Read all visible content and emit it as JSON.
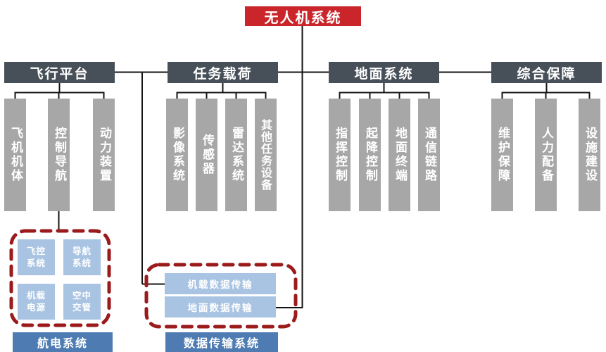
{
  "root": {
    "label": "无人机系统"
  },
  "groups": [
    {
      "label": "飞行平台",
      "children": [
        "飞机机体",
        "控制导航",
        "动力装置"
      ]
    },
    {
      "label": "任务载荷",
      "children": [
        "影像系统",
        "传感器",
        "雷达系统",
        "其他任务设备"
      ]
    },
    {
      "label": "地面系统",
      "children": [
        "指挥控制",
        "起降控制",
        "地面终端",
        "通信链路"
      ]
    },
    {
      "label": "综合保障",
      "children": [
        "维护保障",
        "人力配备",
        "设施建设"
      ]
    }
  ],
  "avionics": {
    "items": [
      "飞控系统",
      "导航系统",
      "机载电源",
      "空中交管"
    ],
    "label": "航电系统"
  },
  "datalink": {
    "items": [
      "机载数据传输",
      "地面数据传输"
    ],
    "label": "数据传输系统"
  },
  "colors": {
    "root_bg": "#c9252b",
    "header_bg": "#475059",
    "child_bg": "#a7a7a7",
    "item_bg": "#a8c4e2",
    "label_bg": "#4e7cb2",
    "dash_border": "#9b1a1c",
    "line": "#141414"
  }
}
